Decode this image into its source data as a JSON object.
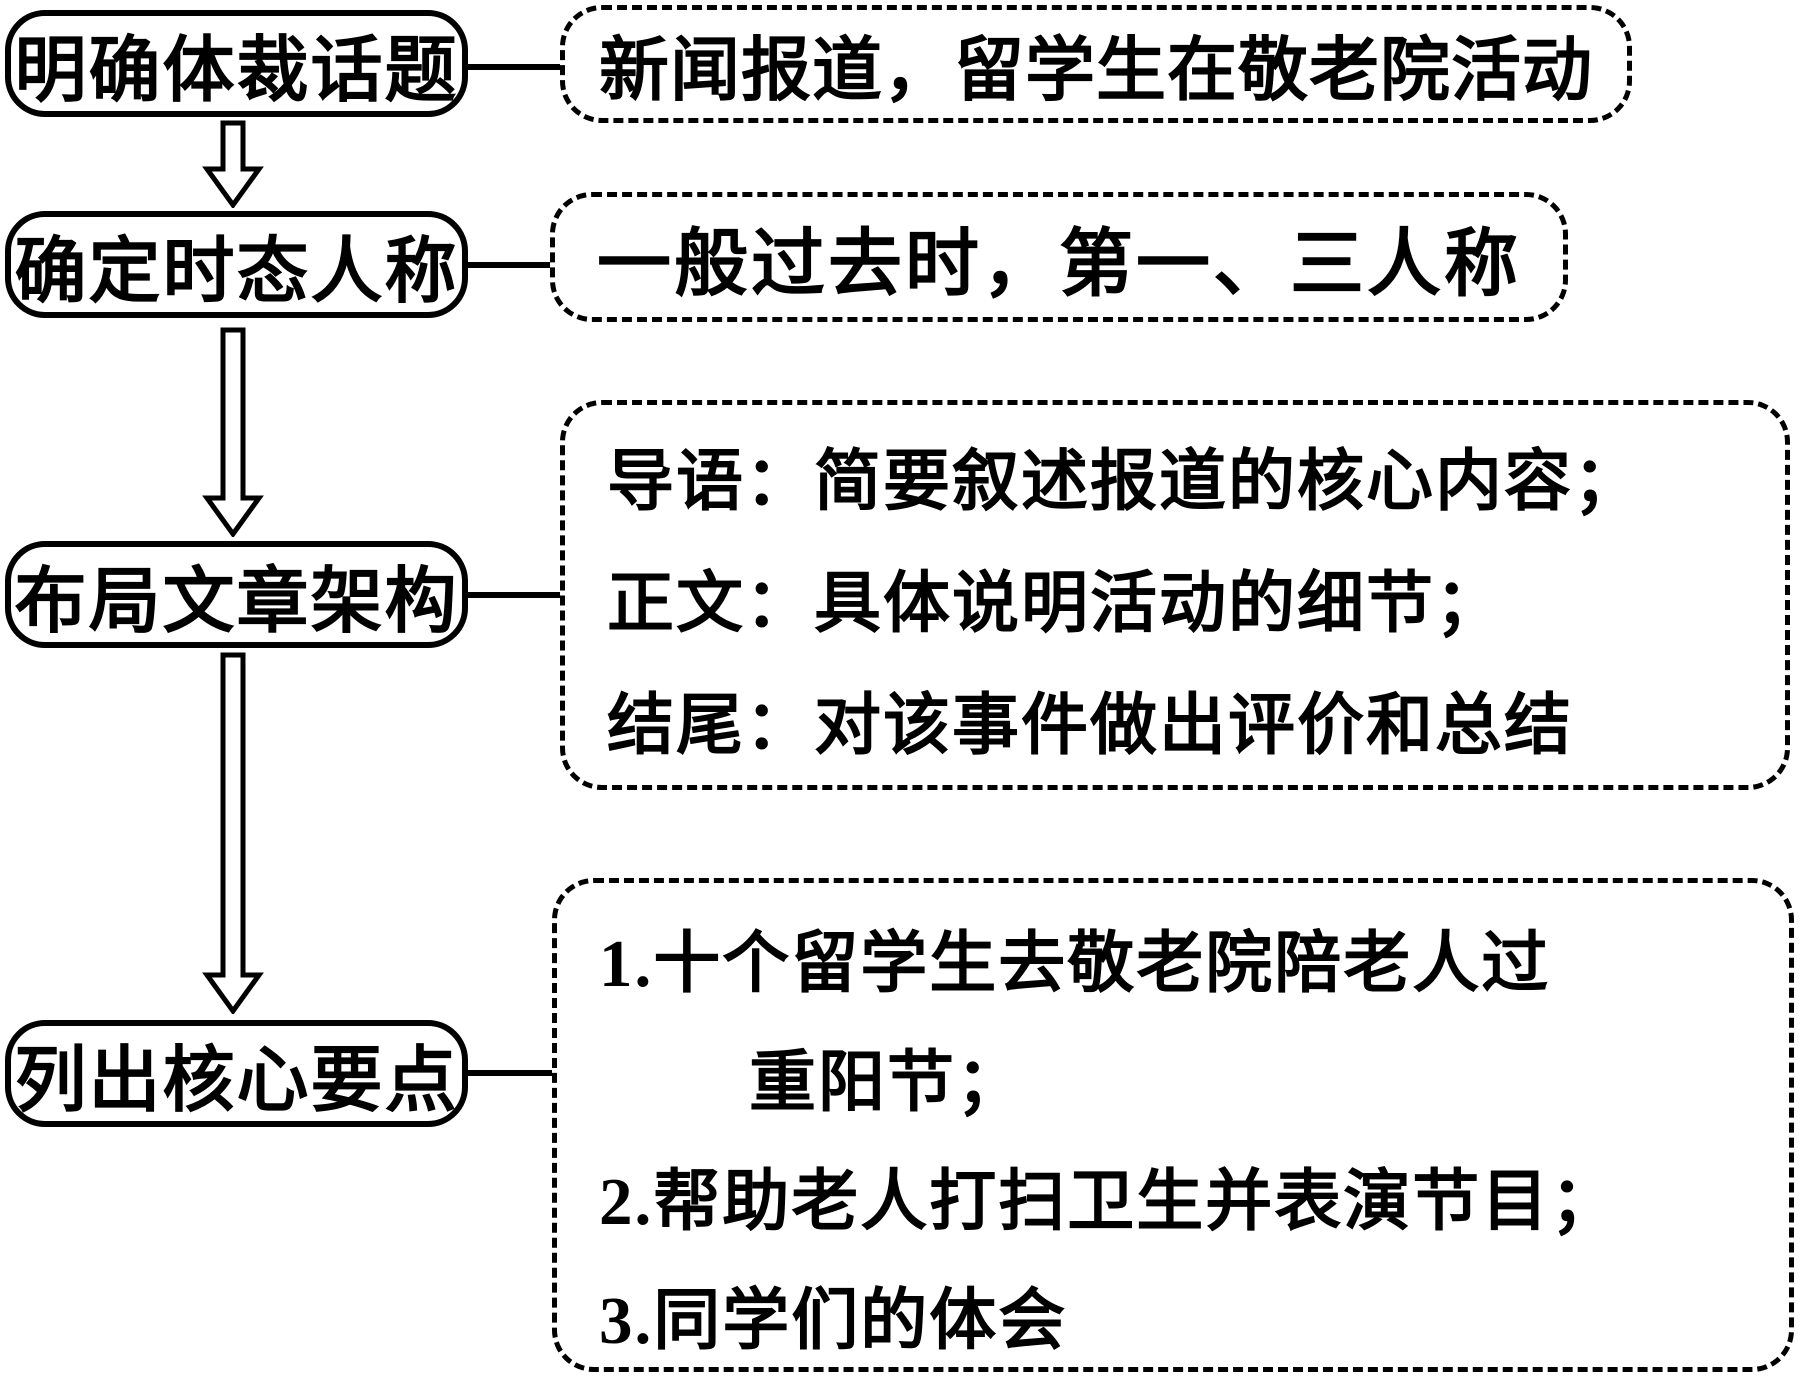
{
  "page": {
    "background": "#ffffff",
    "ink": "#000000"
  },
  "diagram": {
    "steps": [
      {
        "label": "明确体裁话题",
        "note_lines": [
          "新闻报道，留学生在敬老院活动"
        ]
      },
      {
        "label": "确定时态人称",
        "note_lines": [
          "一般过去时，第一、三人称"
        ]
      },
      {
        "label": "布局文章架构",
        "note_lines": [
          "导语：简要叙述报道的核心内容；",
          "正文：具体说明活动的细节；",
          "结尾：对该事件做出评价和总结"
        ]
      },
      {
        "label": "列出核心要点",
        "note_lines": [
          "1.十个留学生去敬老院陪老人过",
          "重阳节；",
          "2.帮助老人打扫卫生并表演节目；",
          "3.同学们的体会"
        ]
      }
    ]
  }
}
